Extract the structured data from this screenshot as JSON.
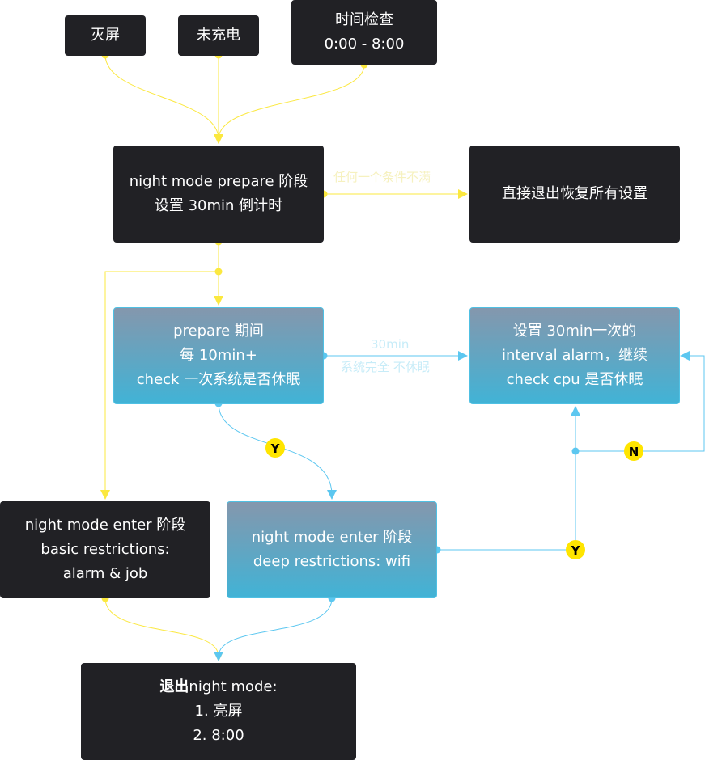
{
  "colors": {
    "node_dark": "#212125",
    "node_blue_top": "#8497ad",
    "node_blue_bottom": "#41b3d6",
    "edge_yellow": "#fbe83f",
    "edge_blue": "#5cc7f0",
    "badge_yellow": "#ffe500"
  },
  "nodes": {
    "screen_off": {
      "lines": [
        "灭屏"
      ]
    },
    "not_charging": {
      "lines": [
        "未充电"
      ]
    },
    "time_check": {
      "lines": [
        "时间检查",
        "0:00 - 8:00"
      ]
    },
    "prepare_stage": {
      "lines": [
        "night mode prepare 阶段",
        "设置 30min 倒计时"
      ]
    },
    "exit_restore": {
      "lines": [
        "直接退出恢复所有设置"
      ]
    },
    "prepare_period": {
      "lines": [
        "prepare 期间",
        "每 10min+",
        "check 一次系统是否休眠"
      ]
    },
    "interval_alarm": {
      "lines": [
        "设置 30min一次的",
        "interval alarm，继续",
        "check cpu 是否休眠"
      ]
    },
    "enter_basic": {
      "lines": [
        "night mode enter 阶段",
        "basic restrictions:",
        "alarm & job"
      ]
    },
    "enter_deep": {
      "lines": [
        "night mode enter 阶段",
        "deep restrictions: wifi"
      ]
    },
    "exit_night": {
      "title": "退出",
      "title_rest": "night mode:",
      "lines": [
        "1. 亮屏",
        "2. 8:00"
      ]
    }
  },
  "edge_labels": {
    "prepare_to_exit": "任何一个条件不满",
    "period_to_alarm_1": "30min",
    "period_to_alarm_2": "系统完全 不休眠"
  },
  "badges": {
    "y_left": "Y",
    "y_right": "Y",
    "n": "N"
  }
}
